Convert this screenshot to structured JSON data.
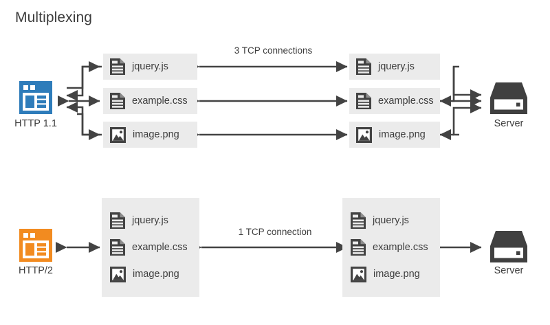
{
  "title": "Multiplexing",
  "colors": {
    "http11_blue": "#2e7cba",
    "http2_orange": "#f28b20",
    "box_gray": "#ebebeb",
    "ink": "#3d3d3d",
    "arrow": "#434343",
    "server_dark": "#404040"
  },
  "sections": [
    {
      "id": "http11",
      "client": {
        "label": "HTTP 1.1",
        "icon": "browser-window-icon",
        "color": "#2e7cba"
      },
      "connection_label": "3 TCP connections",
      "connection_count": 3,
      "client_resources": [
        {
          "icon": "document-icon",
          "label": "jquery.js"
        },
        {
          "icon": "document-icon",
          "label": "example.css"
        },
        {
          "icon": "image-icon",
          "label": "image.png"
        }
      ],
      "server_resources": [
        {
          "icon": "document-icon",
          "label": "jquery.js"
        },
        {
          "icon": "document-icon",
          "label": "example.css"
        },
        {
          "icon": "image-icon",
          "label": "image.png"
        }
      ],
      "server": {
        "label": "Server",
        "icon": "server-icon"
      }
    },
    {
      "id": "http2",
      "client": {
        "label": "HTTP/2",
        "icon": "browser-window-icon",
        "color": "#f28b20"
      },
      "connection_label": "1 TCP connection",
      "connection_count": 1,
      "client_resources": [
        {
          "icon": "document-icon",
          "label": "jquery.js"
        },
        {
          "icon": "document-icon",
          "label": "example.css"
        },
        {
          "icon": "image-icon",
          "label": "image.png"
        }
      ],
      "server_resources": [
        {
          "icon": "document-icon",
          "label": "jquery.js"
        },
        {
          "icon": "document-icon",
          "label": "example.css"
        },
        {
          "icon": "image-icon",
          "label": "image.png"
        }
      ],
      "server": {
        "label": "Server",
        "icon": "server-icon"
      }
    }
  ]
}
